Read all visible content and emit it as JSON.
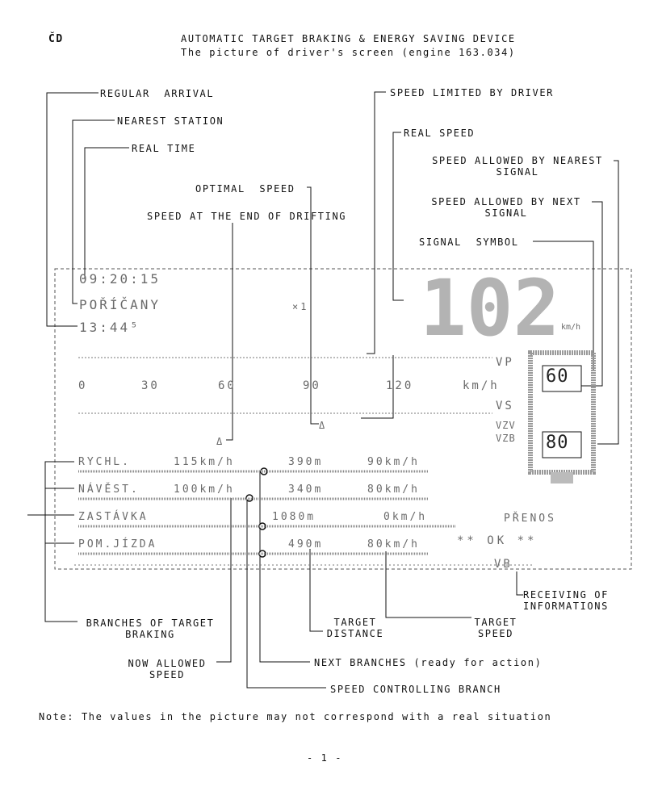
{
  "header": {
    "logo": "ČD",
    "title": "AUTOMATIC TARGET BRAKING & ENERGY SAVING DEVICE",
    "subtitle": "The picture of driver's screen (engine 163.034)"
  },
  "labels": {
    "regular_arrival": "REGULAR  ARRIVAL",
    "nearest_station": "NEAREST STATION",
    "real_time": "REAL TIME",
    "optimal_speed": "OPTIMAL  SPEED",
    "speed_end_drifting": "SPEED AT THE END OF DRIFTING",
    "speed_limited": "SPEED LIMITED BY DRIVER",
    "real_speed": "REAL SPEED",
    "speed_nearest_signal_1": "SPEED ALLOWED BY NEAREST",
    "speed_nearest_signal_2": "SIGNAL",
    "speed_next_signal_1": "SPEED ALLOWED BY NEXT",
    "speed_next_signal_2": "SIGNAL",
    "signal_symbol": "SIGNAL  SYMBOL",
    "receiving_1": "RECEIVING OF",
    "receiving_2": "INFORMATIONS",
    "branches_1": "BRANCHES OF TARGET",
    "branches_2": "BRAKING",
    "target_distance_1": "TARGET",
    "target_distance_2": "DISTANCE",
    "target_speed_1": "TARGET",
    "target_speed_2": "SPEED",
    "now_allowed_1": "NOW ALLOWED",
    "now_allowed_2": "SPEED",
    "next_branches": "NEXT BRANCHES (ready for action)",
    "speed_controlling": "SPEED CONTROLLING BRANCH"
  },
  "screen": {
    "real_time": "09:20:15",
    "station": "POŘÍČANY",
    "station_mark": "×1",
    "arrival": "13:44⁵",
    "real_speed": "102",
    "speed_unit": "km/h",
    "scale_ticks": [
      "0",
      "30",
      "60",
      "90",
      "120"
    ],
    "scale_unit": "km/h",
    "vp": "VP",
    "vs": "VS",
    "vzv": "VZV",
    "vzb": "VZB",
    "signal_near": "60",
    "signal_next": "80",
    "delta_label": "Δ",
    "rows": [
      {
        "name": "RYCHL.",
        "speed": "115km/h",
        "dist": "390m",
        "target": "90km/h"
      },
      {
        "name": "NÁVĚST.",
        "speed": "100km/h",
        "dist": "340m",
        "target": "80km/h"
      },
      {
        "name": "ZASTÁVKA",
        "speed": "",
        "dist": "1080m",
        "target": "0km/h"
      },
      {
        "name": "POM.JÍZDA",
        "speed": "",
        "dist": "490m",
        "target": "80km/h"
      }
    ],
    "prenos": "PŘENOS",
    "ok": "** OK **",
    "vb": "VB"
  },
  "note": "Note: The values in the picture may not correspond with a real situation",
  "page_number": "- 1 -"
}
